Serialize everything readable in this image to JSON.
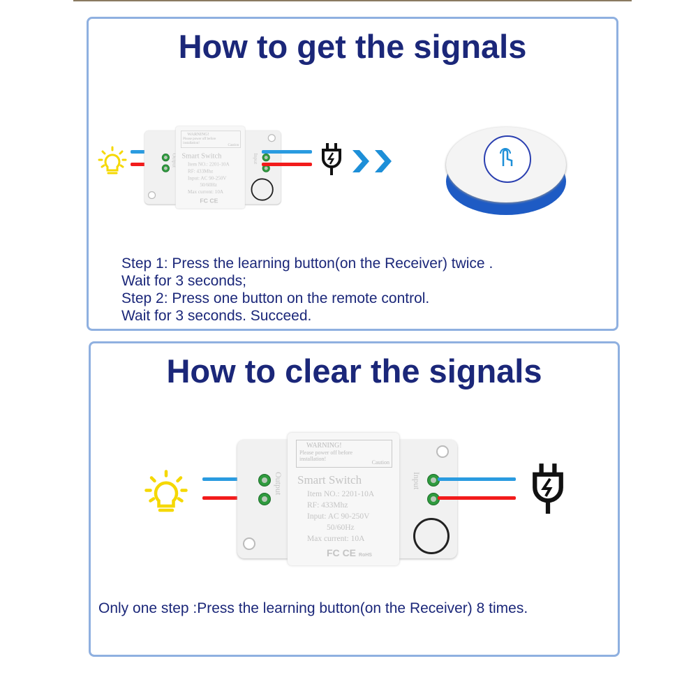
{
  "section_get": {
    "title": "How to get the signals",
    "steps": [
      "Step 1: Press the learning button(on the Receiver) twice .",
      "Wait for 3 seconds;",
      "Step 2: Press one button on the remote control.",
      "Wait for 3 seconds. Succeed."
    ]
  },
  "section_clear": {
    "title": "How to clear the signals",
    "steps": [
      "Only one step :Press the learning button(on the Receiver) 8 times."
    ]
  },
  "device": {
    "warning_title": "WARNING!",
    "warning_text": "Please power off before installation!",
    "caution": "Caution",
    "name": "Smart Switch",
    "item_no": "Item NO.: 2201-10A",
    "rf": "RF: 433Mhz",
    "input": "Input: AC 90-250V",
    "freq": "50/60Hz",
    "max_current": "Max current: 10A",
    "output_label": "Output",
    "input_label": "Input",
    "cert_fc": "FC",
    "cert_ce": "CE",
    "cert_rohs": "RoHS"
  },
  "colors": {
    "title": "#1b2779",
    "border": "#8fb0e0",
    "wire_blue": "#2a9be0",
    "wire_red": "#f21b1b",
    "bulb": "#f5d800"
  }
}
